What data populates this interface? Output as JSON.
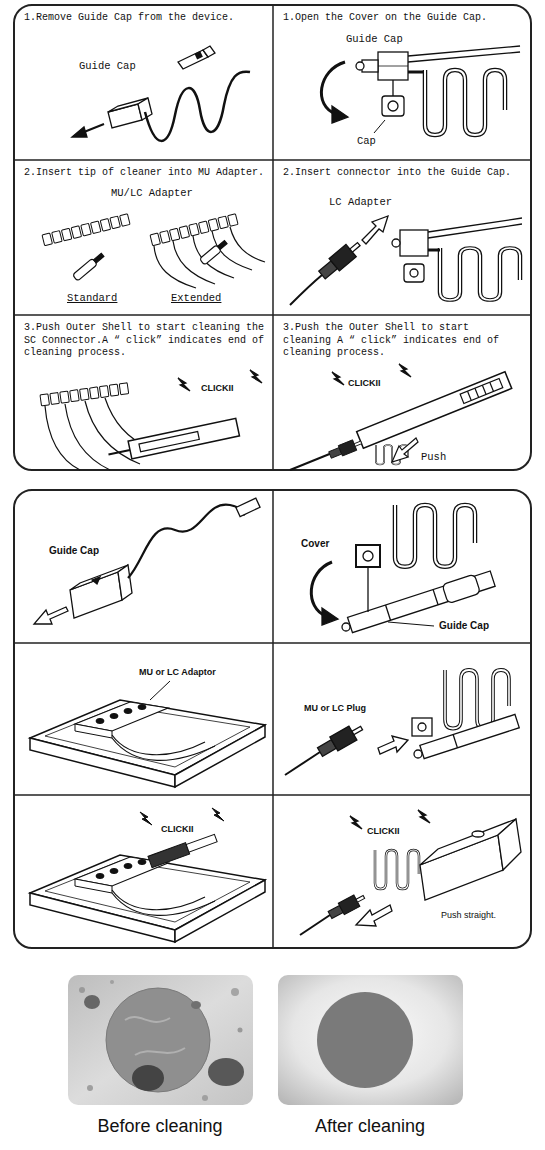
{
  "diagram": {
    "nodes": [
      {
        "text": [
          "1.Remove Guide Cap from the device."
        ]
      },
      {
        "text": [
          "1.Open the Cover on the Guide Cap."
        ]
      },
      {
        "text": [
          "2.Insert tip of cleaner into MU Adapter."
        ]
      },
      {
        "text": [
          "2.Insert connector into the Guide Cap."
        ]
      },
      {
        "text": [
          "3.Push Outer Shell to start cleaning the SC Connector.A “ click” indicates end of cleaning process."
        ]
      },
      {
        "text": [
          "3.Push the Outer Shell to start cleaning A “ click” indicates end of cleaning process."
        ]
      }
    ],
    "labels": [
      "Guide Cap",
      "Guide Cap",
      "Cap",
      "MU/LC Adapter",
      "Standard",
      "Extended",
      "LC Adapter",
      "CLICKII",
      "CLICKII",
      "Push",
      "Guide Cap",
      "Cover",
      "Guide Cap",
      "MU or LC Adaptor",
      "MU or LC Plug",
      "CLICKII",
      "CLICKII",
      "Push straight.",
      "Before cleaning",
      "After cleaning"
    ]
  }
}
